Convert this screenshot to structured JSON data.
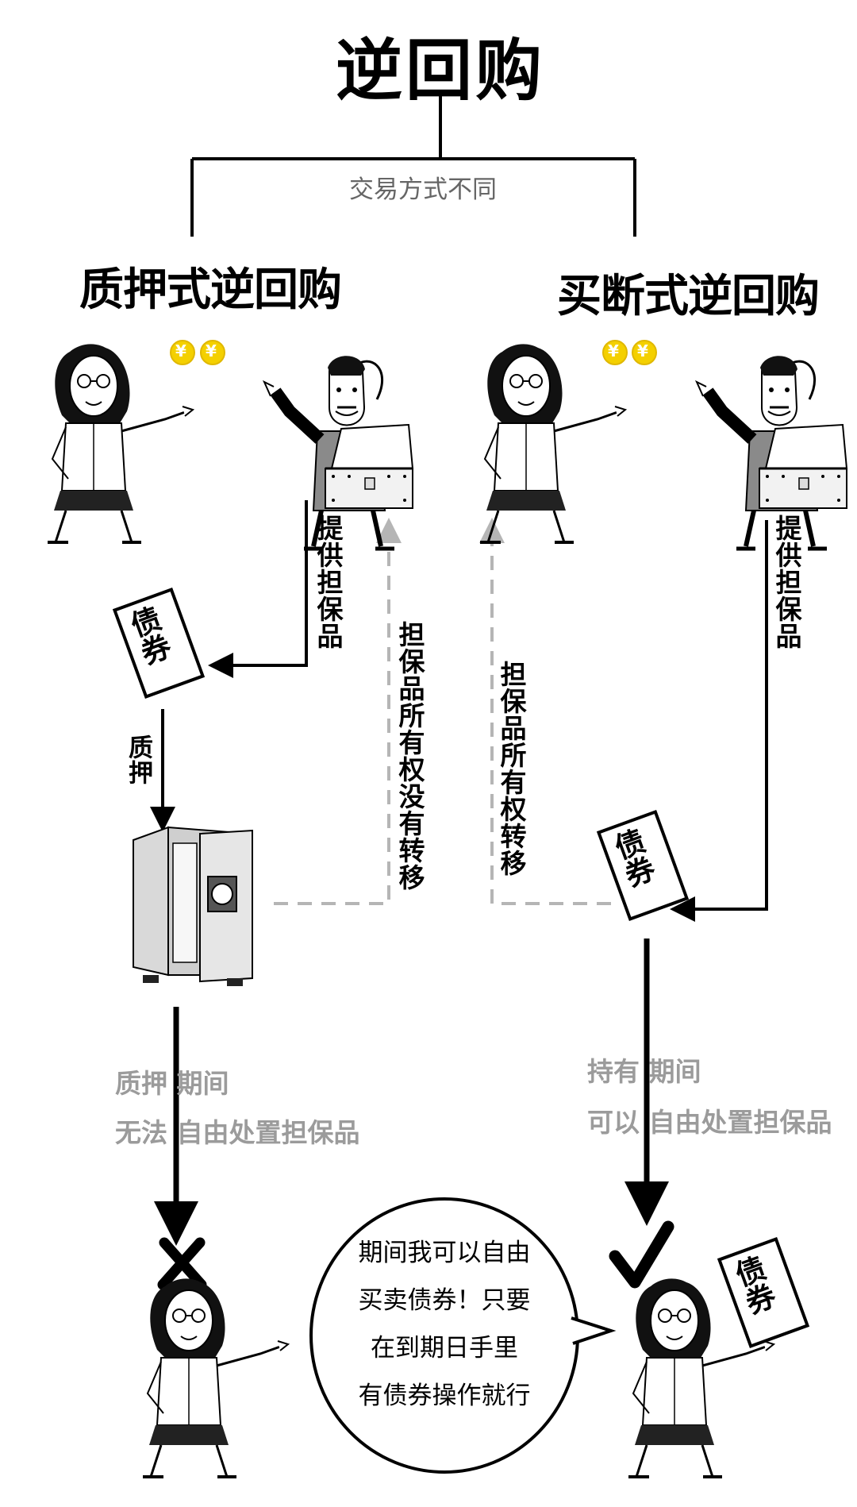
{
  "title": "逆回购",
  "subtitle": "交易方式不同",
  "left": {
    "heading": "质押式逆回购",
    "provide_label": "提供担保品",
    "bond_label": "债券",
    "pledge_label": "质押",
    "ownership_label": "担保品所有权没有转移",
    "period_line1": "质押 期间",
    "period_line2": "无法 自由处置担保品"
  },
  "right": {
    "heading": "买断式逆回购",
    "provide_label": "提供担保品",
    "bond_label": "债券",
    "ownership_label": "担保品所有权转移",
    "period_line1": "持有 期间",
    "period_line2": "可以 自由处置担保品",
    "bond_label_bottom": "债券"
  },
  "coin_symbol": "¥",
  "speech_bubble": {
    "lines": [
      "期间我可以自由",
      "买卖债券！只要",
      "在到期日手里",
      "有债券操作就行"
    ]
  },
  "colors": {
    "ink": "#000000",
    "gray_text": "#9b9b9b",
    "coin": "#f4d000",
    "suit": "#8a8a8a",
    "dashed": "#b5b5b5"
  },
  "icons": [
    "woman-figure",
    "businessman-figure",
    "treasure-chest",
    "coin-icon",
    "safe-icon",
    "cross-icon",
    "check-icon",
    "speech-bubble"
  ]
}
